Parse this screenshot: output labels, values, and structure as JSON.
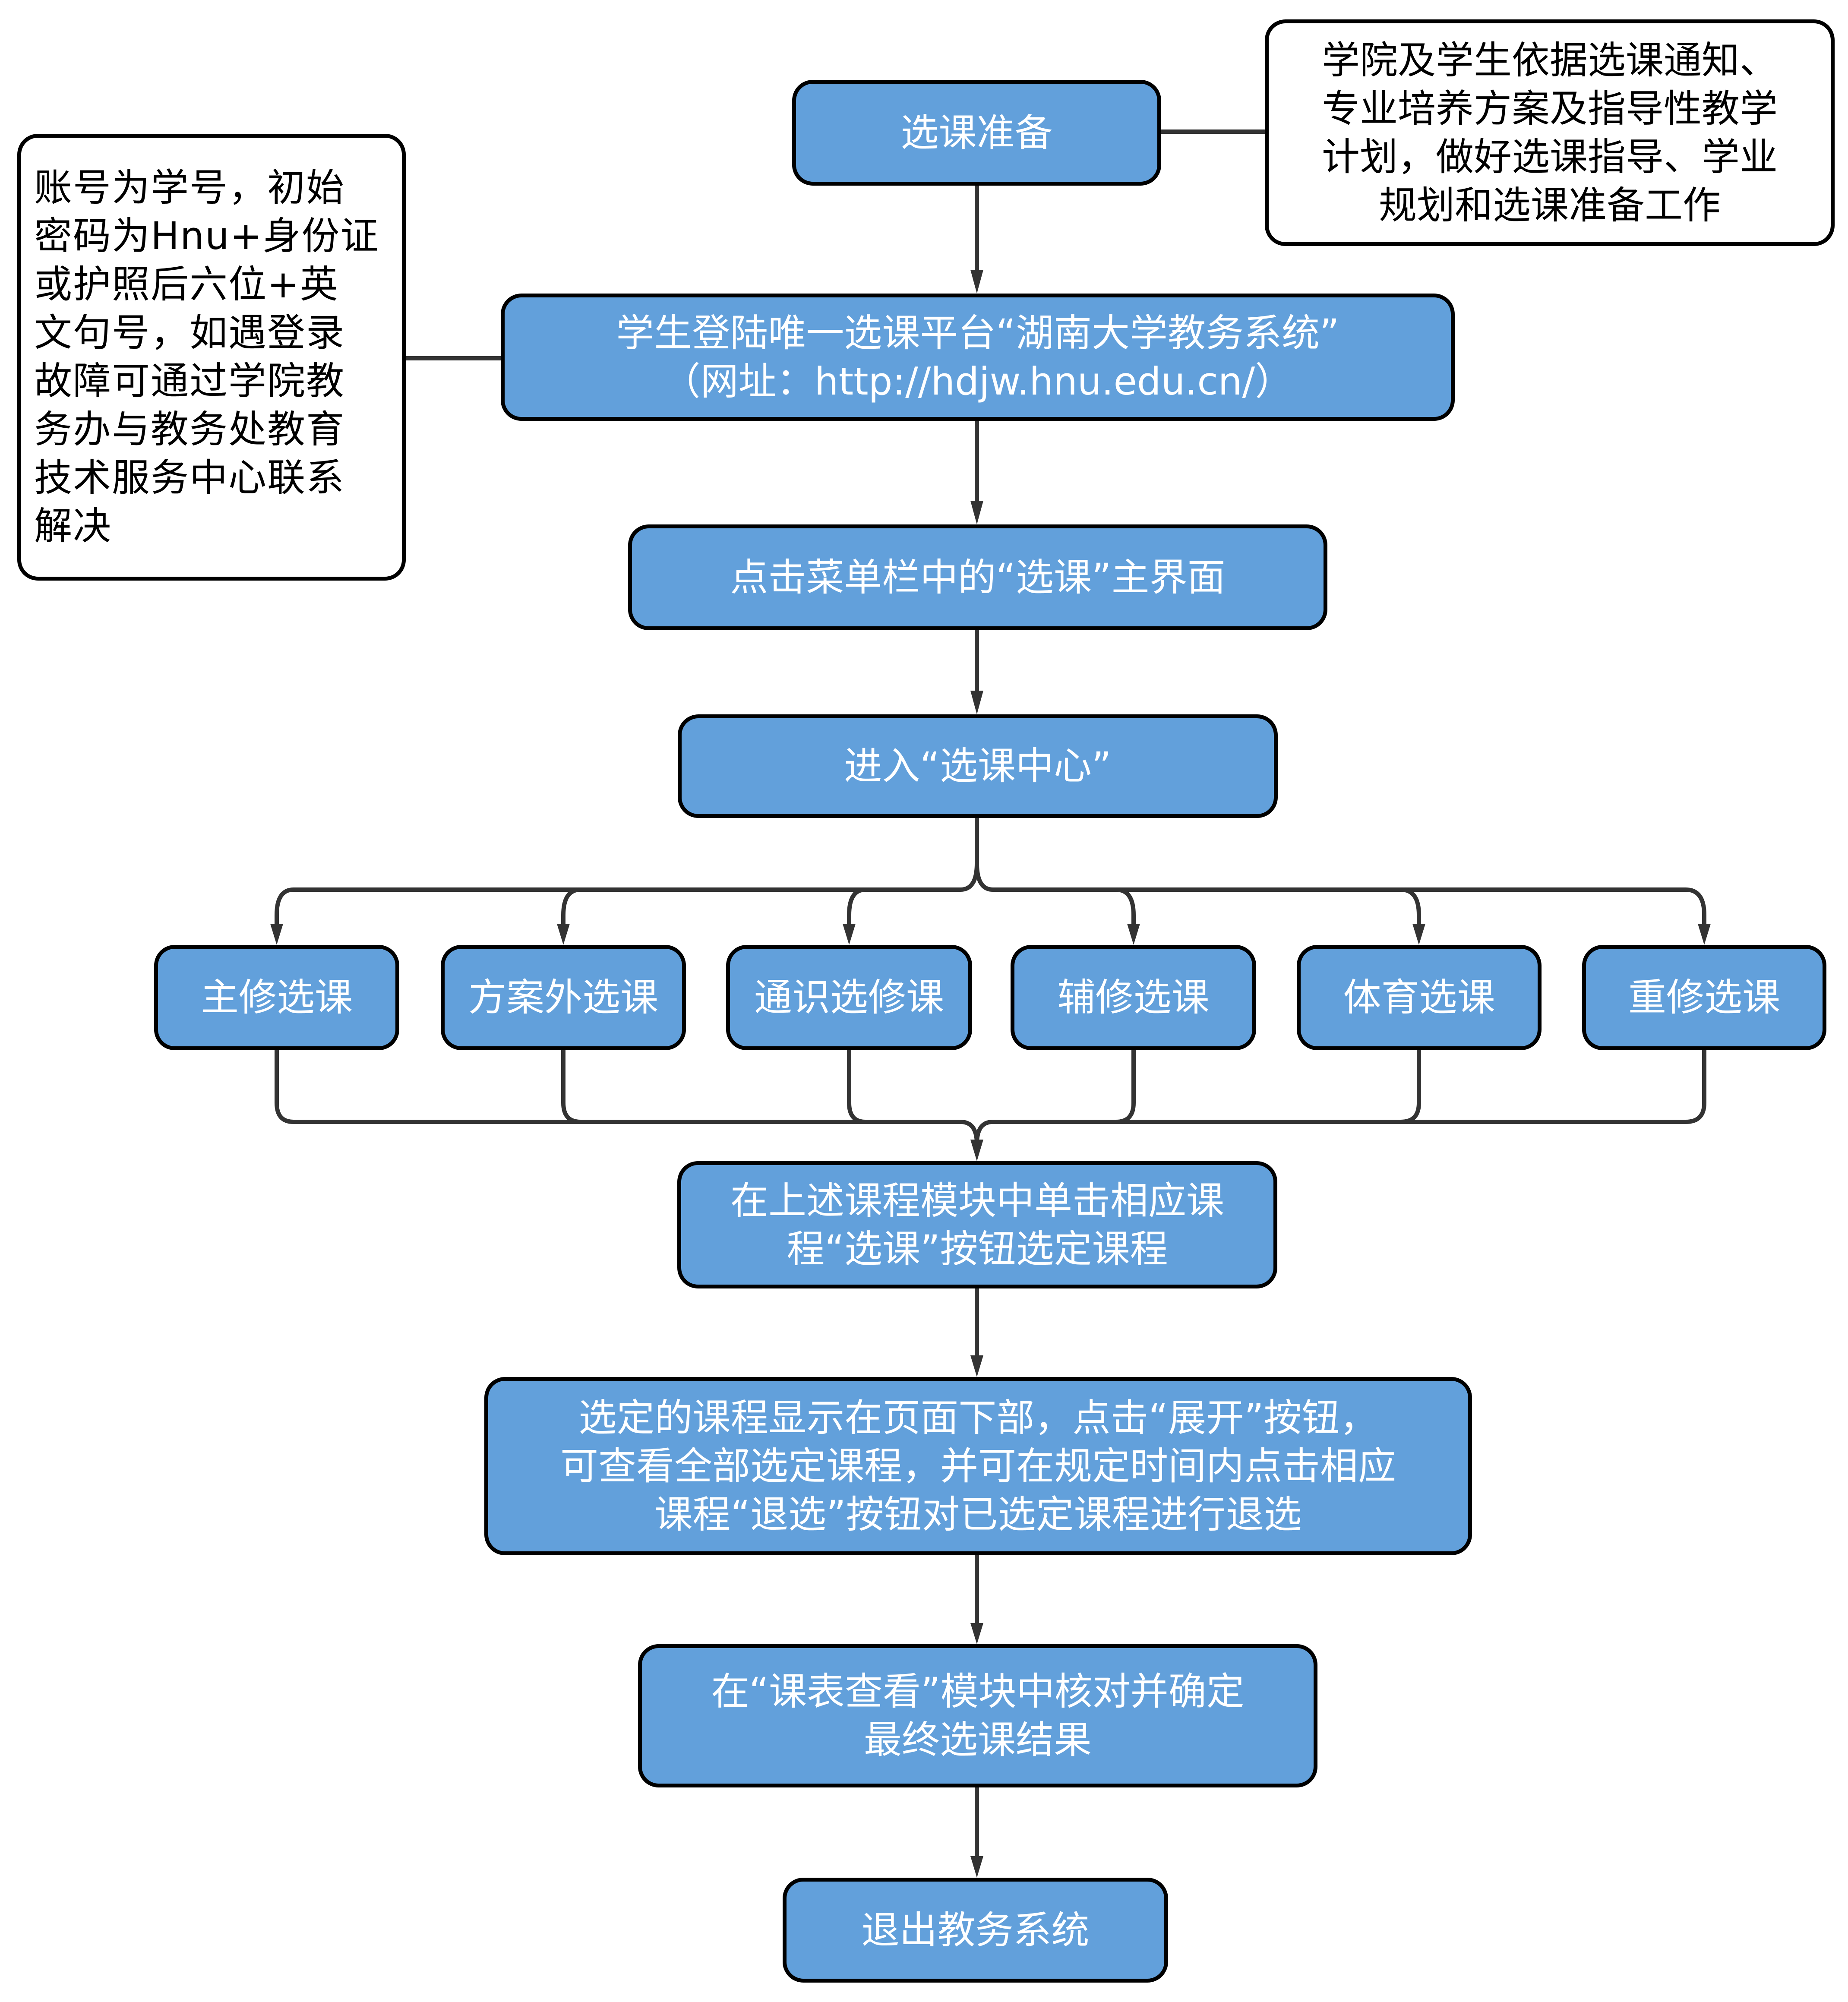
{
  "colors": {
    "step_fill": "#62a0db",
    "step_text": "#ffffff",
    "border": "#000000",
    "connector": "#333333"
  },
  "steps": {
    "prepare": "选课准备",
    "login": "学生登陆唯一选课平台“湖南大学教务系统”\n（网址：http://hdjw.hnu.edu.cn/）",
    "menu": "点击菜单栏中的“选课”主界面",
    "center": "进入“选课中心”",
    "select": "在上述课程模块中单击相应课\n程“选课”按钮选定课程",
    "review": "选定的课程显示在页面下部，点击“展开”按钮，\n可查看全部选定课程，并可在规定时间内点击相应\n课程“退选”按钮对已选定课程进行退选",
    "confirm": "在“课表查看”模块中核对并确定\n最终选课结果",
    "exit": "退出教务系统"
  },
  "branches": [
    "主修选课",
    "方案外选课",
    "通识选修课",
    "辅修选课",
    "体育选课",
    "重修选课"
  ],
  "notes": {
    "prepare_note": "学院及学生依据选课通知、\n专业培养方案及指导性教学\n计划，做好选课指导、学业\n规划和选课准备工作",
    "login_note": "账号为学号，初始\n密码为Hnu+身份证\n或护照后六位+英\n文句号，如遇登录\n故障可通过学院教\n务办与教务处教育\n技术服务中心联系\n解决"
  }
}
